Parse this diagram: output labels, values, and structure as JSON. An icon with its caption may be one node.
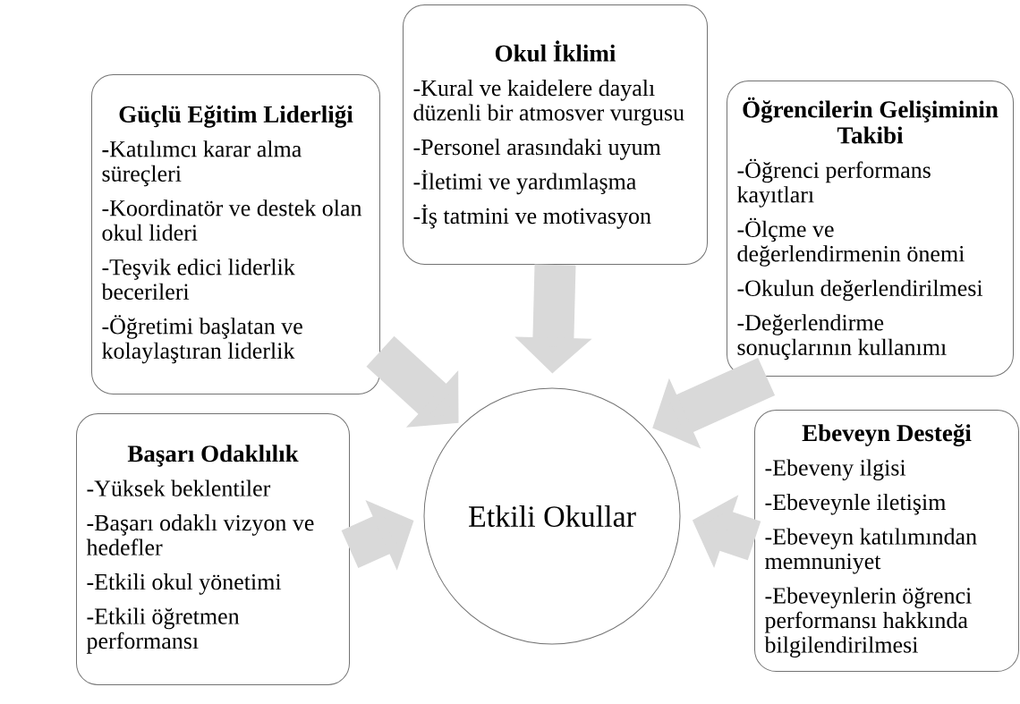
{
  "diagram": {
    "nodes": [
      {
        "text": [
          "Okul İklimi",
          "-Kural ve kaidelere dayalı düzenli bir atmosver vurgusu",
          "-Personel arasındaki uyum",
          "-İletimi ve yardımlaşma",
          "-İş tatmini ve motivasyon"
        ]
      },
      {
        "text": [
          "Güçlü Eğitim Liderliği",
          "**-**Katılımcı karar alma süreçleri",
          "-Koordinatör ve destek olan okul lideri",
          "-Teşvik edici liderlik becerileri",
          "-Öğretimi başlatan ve kolaylaştıran liderlik"
        ]
      },
      {
        "text": [
          "Öğrencilerin Gelişiminin Takibi",
          "-Öğrenci performans kayıtları",
          "-Ölçme ve değerlendirmenin önemi",
          "-Okulun değerlendirilmesi",
          "-Değerlendirme sonuçlarının kullanımı"
        ]
      },
      {
        "text": [
          "Başarı Odaklılık",
          "-Yüksek beklentiler",
          "-Başarı odaklı vizyon ve hedefler",
          "-Etkili okul yönetimi",
          "-Etkili öğretmen performansı"
        ]
      },
      {
        "text": [
          "Etkili Okullar"
        ]
      },
      {
        "text": [
          "Ebeveyn Desteği",
          "-Ebeveny ilgisi",
          "-Ebeveynle iletişim",
          "-Ebeveyn katılımından memnuniyet",
          "-Ebeveynlerin öğrenci performansı hakkında bilgilendirilmesi"
        ]
      }
    ],
    "edges": [
      {
        "from": 0,
        "to": 4,
        "arrow": "to"
      },
      {
        "from": 1,
        "to": 4,
        "arrow": "to"
      },
      {
        "from": 2,
        "to": 4,
        "arrow": "to"
      },
      {
        "from": 3,
        "to": 4,
        "arrow": "to"
      },
      {
        "from": 5,
        "to": 4,
        "arrow": "to"
      }
    ]
  }
}
